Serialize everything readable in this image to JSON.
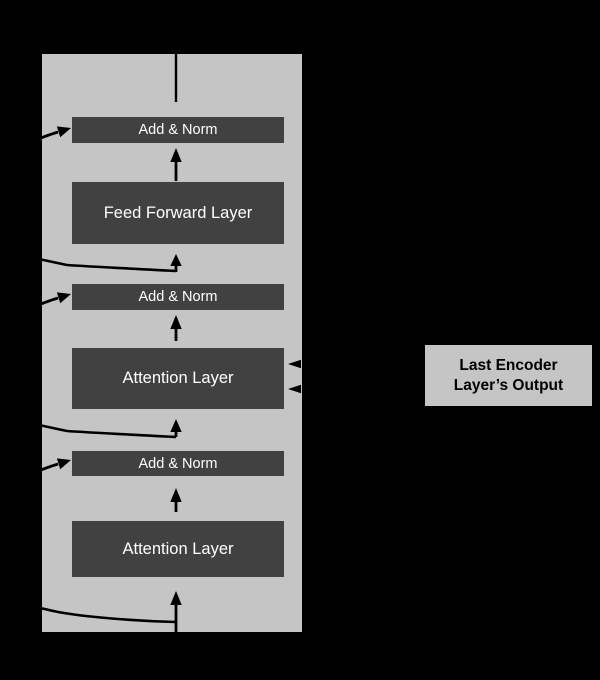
{
  "diagram": {
    "decoder": {
      "blocks": [
        {
          "name": "add-norm-top",
          "label": "Add & Norm"
        },
        {
          "name": "feed-forward",
          "label": "Feed Forward Layer"
        },
        {
          "name": "add-norm-mid",
          "label": "Add & Norm"
        },
        {
          "name": "attention-mid",
          "label": "Attention Layer"
        },
        {
          "name": "add-norm-bottom",
          "label": "Add & Norm"
        },
        {
          "name": "attention-bottom",
          "label": "Attention Layer"
        }
      ]
    },
    "encoder_output": {
      "label": "Last Encoder Layer’s Output"
    },
    "colors": {
      "background": "#000000",
      "container": "#c5c5c5",
      "block_fill": "#414141",
      "block_text": "#ffffff",
      "encoder_box_fill": "#c5c5c5",
      "encoder_box_text": "#000000",
      "connector": "#000000"
    },
    "connections": [
      "input arrow enters bottom attention layer from below",
      "residual skip curve from input joins bottom add & norm from left",
      "bottom attention layer arrow up into bottom add & norm",
      "residual skip curve joins middle add & norm from left",
      "middle attention layer arrow up into middle add & norm",
      "two arrows from last encoder layer's output into middle attention layer from right",
      "residual skip curve joins top add & norm from left",
      "feed forward layer arrow up into top add & norm",
      "output line exits through top of decoder container"
    ]
  }
}
